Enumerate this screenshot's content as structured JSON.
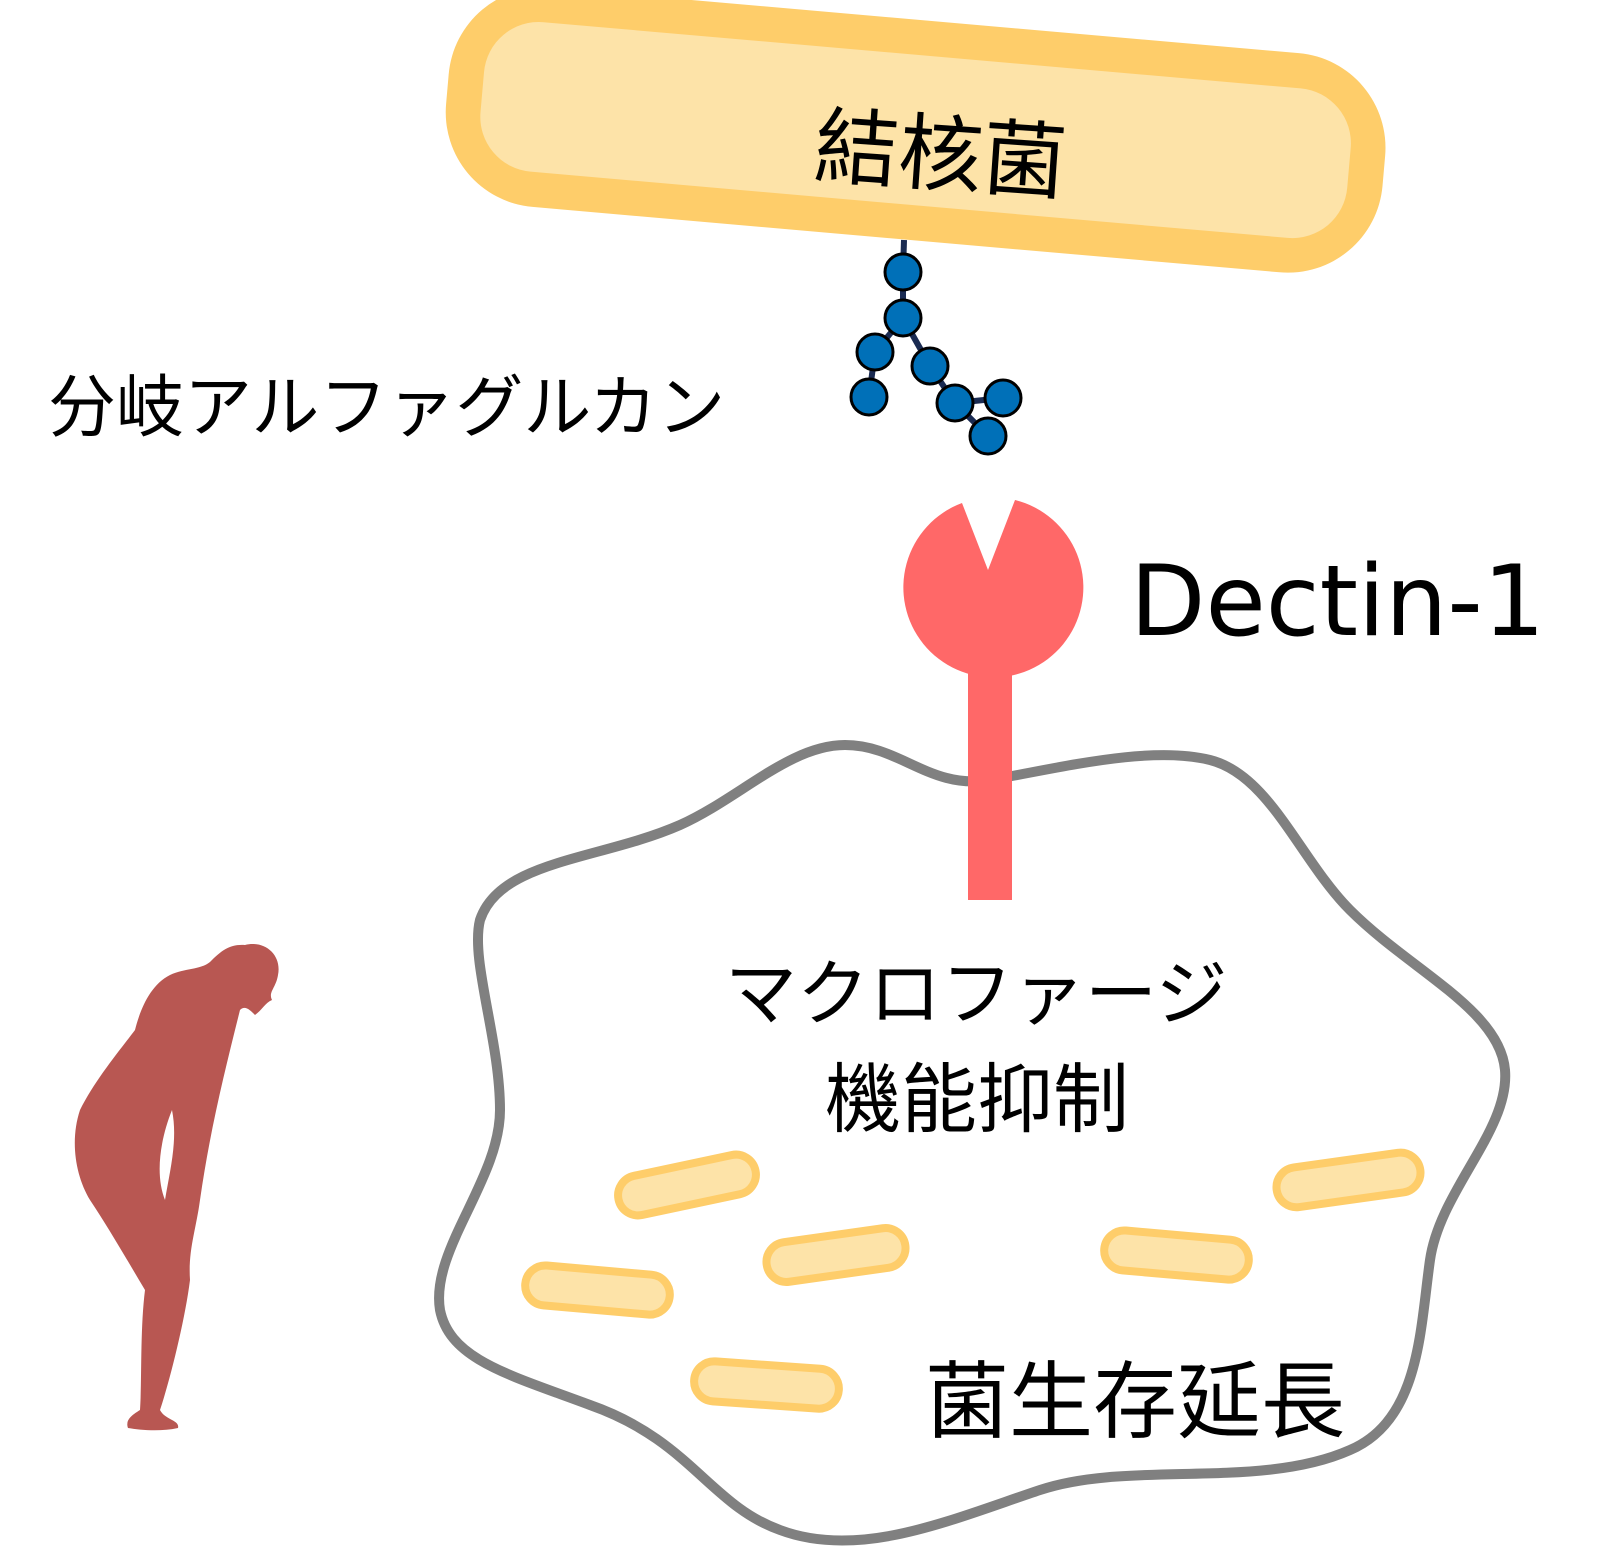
{
  "labels": {
    "bacterium": "結核菌",
    "glycan": "分岐アルファグルカン",
    "receptor": "Dectin-1",
    "macrophage_line1": "マクロファージ",
    "macrophage_line2": "機能抑制",
    "survival": "菌生存延長"
  },
  "colors": {
    "bacterium_outer": "#fecd6a",
    "bacterium_inner": "#fde3a8",
    "glycan": "#0070b8",
    "receptor": "#ff6868",
    "membrane": "#808080",
    "person": "#b85752"
  }
}
